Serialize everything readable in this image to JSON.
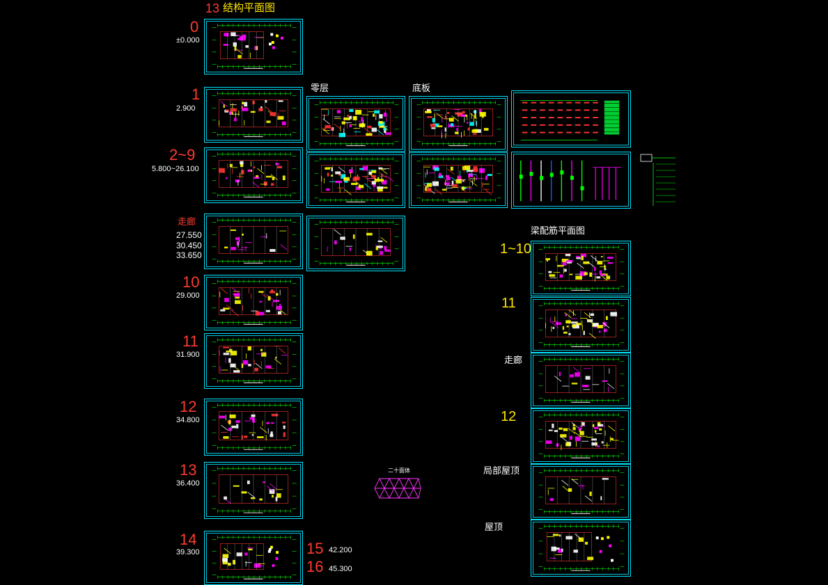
{
  "title": {
    "number": "13",
    "text": "结构平面图"
  },
  "floors": [
    {
      "name": "0",
      "elev": "±0.000"
    },
    {
      "name": "1",
      "elev": "2.900"
    },
    {
      "name": "2~9",
      "elev": "5.800~26.100"
    },
    {
      "name": "走廊",
      "elev1": "27.550",
      "elev2": "30.450",
      "elev3": "33.650"
    },
    {
      "name": "10",
      "elev": "29.000"
    },
    {
      "name": "11",
      "elev": "31.900"
    },
    {
      "name": "12",
      "elev": "34.800"
    },
    {
      "name": "13",
      "elev": "36.400"
    },
    {
      "name": "14",
      "elev": "39.300"
    },
    {
      "name": "15",
      "elev": "42.200"
    },
    {
      "name": "16",
      "elev": "45.300"
    }
  ],
  "column_labels": {
    "zero_floor": "零层",
    "base_plate": "底板"
  },
  "beam": {
    "title": "梁配筋平面图",
    "labels": [
      "1~10",
      "11",
      "走廊",
      "12",
      "局部屋顶",
      "屋顶"
    ]
  },
  "truss_caption": "二十面体",
  "colors": {
    "frame": "#00e5ff",
    "label_red": "#ff3b30",
    "label_yellow": "#ffe600",
    "grid": "#00ff00"
  }
}
